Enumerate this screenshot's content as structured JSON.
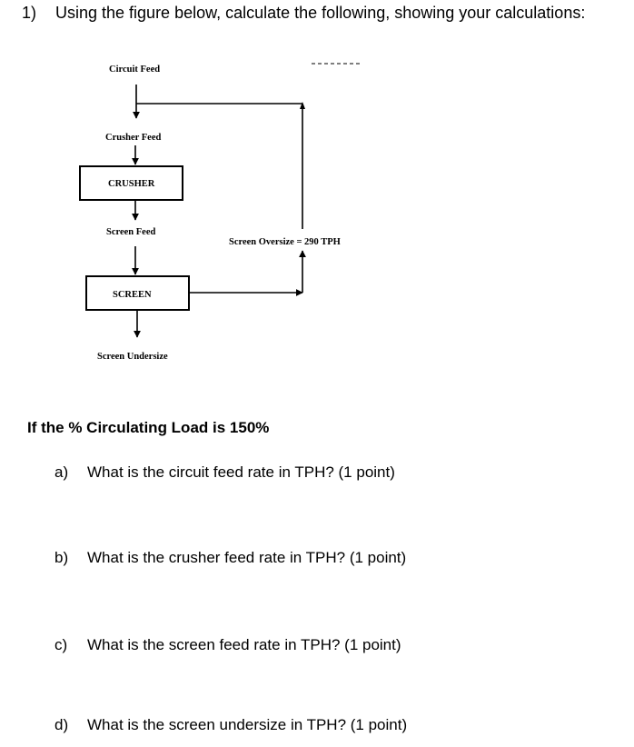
{
  "question": {
    "number": "1)",
    "text": "Using the figure below, calculate the following, showing your calculations:"
  },
  "diagram": {
    "circuit_feed": "Circuit Feed",
    "crusher_feed": "Crusher Feed",
    "crusher": "CRUSHER",
    "screen_feed": "Screen Feed",
    "screen": "SCREEN",
    "screen_undersize": "Screen Undersize",
    "screen_oversize": "Screen Oversize = 290 TPH"
  },
  "condition": "If the % Circulating Load is 150%",
  "subquestions": [
    {
      "letter": "a)",
      "text": "What is the circuit feed rate in TPH? (1 point)"
    },
    {
      "letter": "b)",
      "text": "What is the crusher feed rate in TPH? (1 point)"
    },
    {
      "letter": "c)",
      "text": "What is the screen feed rate in TPH? (1 point)"
    },
    {
      "letter": "d)",
      "text": "What is the screen undersize in TPH? (1 point)"
    }
  ]
}
